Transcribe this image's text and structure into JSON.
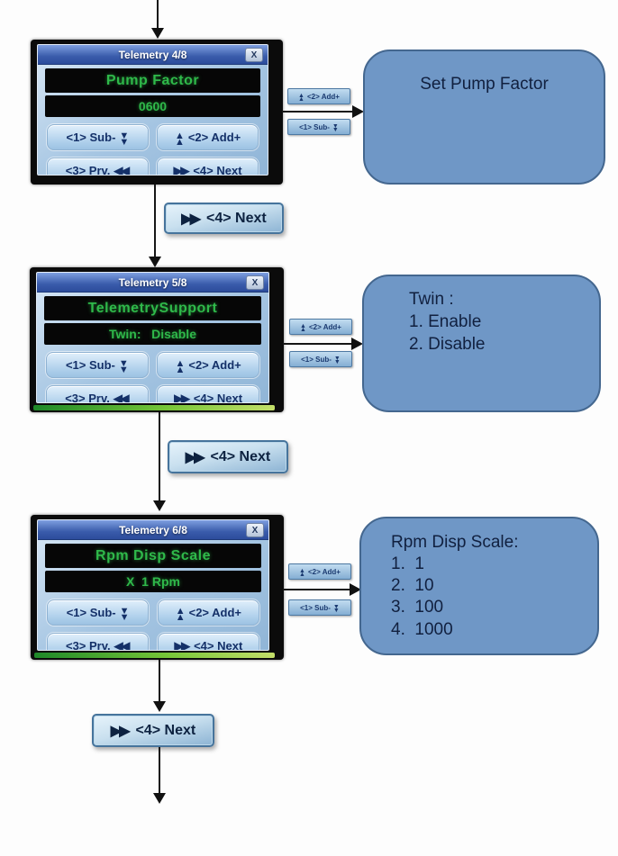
{
  "icons": {
    "up": "▲",
    "down": "▼",
    "prev": "◀◀",
    "next": "▶▶"
  },
  "device_buttons": {
    "sub": "<1> Sub-",
    "add": "<2> Add+",
    "prv": "<3> Prv.",
    "next": "<4> Next"
  },
  "side_buttons": {
    "add": "<2> Add+",
    "sub": "<1> Sub-"
  },
  "flow_next_label": "<4> Next",
  "panels": [
    {
      "title": "Telemetry 4/8",
      "close": "X",
      "heading": "Pump Factor",
      "value": "0600",
      "annotation": {
        "lines": [
          "Set Pump Factor"
        ]
      }
    },
    {
      "title": "Telemetry 5/8",
      "close": "X",
      "heading": "TelemetrySupport",
      "value": "Twin:   Disable",
      "annotation": {
        "lines": [
          "Twin :",
          "1. Enable",
          "2. Disable"
        ]
      }
    },
    {
      "title": "Telemetry 6/8",
      "close": "X",
      "heading": "Rpm Disp Scale",
      "value": "X  1 Rpm",
      "annotation": {
        "lines": [
          "Rpm Disp Scale:",
          "1.  1",
          "2.  10",
          "3.  100",
          "4.  1000"
        ]
      }
    }
  ],
  "colors": {
    "annotation_fill": "#6f97c6",
    "annotation_border": "#44678f",
    "annotation_text": "#11203f",
    "lcd_green": "#2fb94a",
    "button_navy": "#143068"
  }
}
